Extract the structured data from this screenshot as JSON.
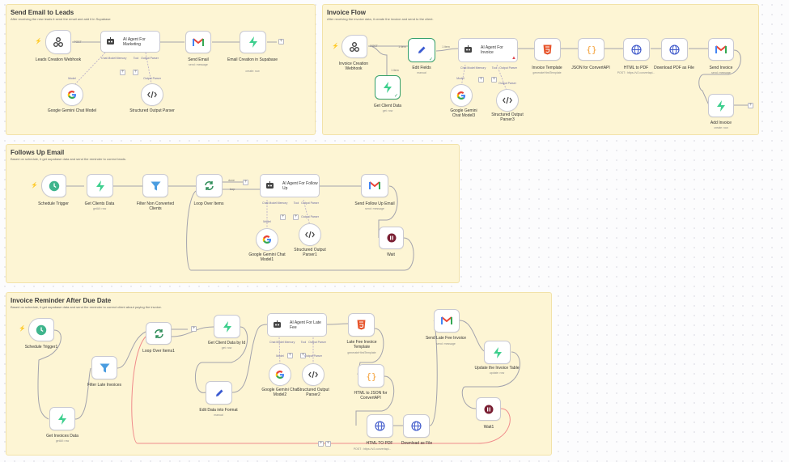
{
  "stickies": {
    "s1": {
      "title": "Send Email to Leads",
      "desc": "After receiving the new leads it send the email and add it in Supabase"
    },
    "s2": {
      "title": "Invoice Flow",
      "desc": "After receiving the invoice data, it create the invoice and send to the client."
    },
    "s3": {
      "title": "Follows Up Email",
      "desc": "Based on schedule, it get supabase data and send the reminder to correct leads."
    },
    "s4": {
      "title": "Invoice Reminder After Due Date",
      "desc": "Based on schedule, it get supabase data and send the reminder to correct client about paying the invoice."
    }
  },
  "nodes": {
    "leads_webhook": {
      "label": "Leads Creation Webhook",
      "tag": "POST",
      "icon": "webhook-icon"
    },
    "agent_marketing": {
      "label": "AI Agent For Marketing",
      "icon": "robot-icon"
    },
    "send_email": {
      "label": "Send Email",
      "sub": "send: message",
      "icon": "gmail-icon"
    },
    "email_creation": {
      "label": "Email Creation in Supabase",
      "sub": "create: row",
      "icon": "supabase-icon"
    },
    "gemini_1": {
      "label": "Google Gemini Chat Model",
      "icon": "google-icon"
    },
    "parser_1": {
      "label": "Structured Output Parser",
      "icon": "code-icon"
    },
    "invoice_webhook": {
      "label": "Invoice Creation Webhook",
      "tag": "POST",
      "icon": "webhook-icon"
    },
    "edit_fields": {
      "label": "Edit Fields",
      "sub": "manual",
      "icon": "pencil-icon"
    },
    "get_client_data": {
      "label": "Get Client Data",
      "sub": "get: row",
      "icon": "supabase-icon"
    },
    "agent_invoice": {
      "label": "AI Agent For Invoice",
      "icon": "robot-icon"
    },
    "gemini_3": {
      "label": "Google Gemini Chat Model3",
      "icon": "google-icon"
    },
    "parser_3": {
      "label": "Structured Output Parser3",
      "icon": "code-icon"
    },
    "invoice_template": {
      "label": "Invoice Template",
      "sub": "generateHtmlTemplate",
      "icon": "html-icon"
    },
    "json_convert": {
      "label": "JSON for ConvertAPI",
      "icon": "braces-icon"
    },
    "html_pdf": {
      "label": "HTML to PDF",
      "sub": "POST : https://v2.convertapi...",
      "icon": "globe-icon"
    },
    "download_pdf": {
      "label": "Download PDF as File",
      "icon": "globe-icon"
    },
    "send_invoice": {
      "label": "Send Invoice",
      "sub": "send: message",
      "icon": "gmail-icon"
    },
    "add_invoice": {
      "label": "Add Invoice",
      "sub": "create: row",
      "icon": "supabase-icon"
    },
    "schedule_trigger": {
      "label": "Schedule Trigger",
      "icon": "clock-icon"
    },
    "get_clients_data": {
      "label": "Get Clients Data",
      "sub": "getAll: row",
      "icon": "supabase-icon"
    },
    "filter_non_converted": {
      "label": "Filter Non Converted Clients",
      "icon": "filter-icon"
    },
    "loop_items": {
      "label": "Loop Over Items",
      "icon": "loop-icon"
    },
    "agent_followup": {
      "label": "AI Agent For Follow Up",
      "icon": "robot-icon"
    },
    "send_followup": {
      "label": "Send Follow Up Email",
      "sub": "send: message",
      "icon": "gmail-icon"
    },
    "gemini_1b": {
      "label": "Google Gemini Chat Model1",
      "icon": "google-icon"
    },
    "parser_1b": {
      "label": "Structured Output Parser1",
      "icon": "code-icon"
    },
    "wait": {
      "label": "Wait",
      "icon": "pause-icon"
    },
    "schedule_trigger1": {
      "label": "Schedule Trigger1",
      "icon": "clock-icon"
    },
    "get_invoices_data": {
      "label": "Get Invoices Data",
      "sub": "getAll: row",
      "icon": "supabase-icon"
    },
    "filter_late": {
      "label": "Filter Late Invoices",
      "icon": "filter-icon"
    },
    "loop_items1": {
      "label": "Loop Over Items1",
      "icon": "loop-icon"
    },
    "get_client_by_id": {
      "label": "Get Client Data by Id",
      "sub": "get: row",
      "icon": "supabase-icon"
    },
    "edit_data_format": {
      "label": "Edit Data into Format",
      "sub": "manual",
      "icon": "pencil-icon"
    },
    "agent_latefee": {
      "label": "AI Agent For Late Fee",
      "icon": "robot-icon"
    },
    "gemini_2": {
      "label": "Google Gemini Chat Model2",
      "icon": "google-icon"
    },
    "parser_2": {
      "label": "Structured Output Parser2",
      "icon": "code-icon"
    },
    "late_fee_template": {
      "label": "Late Fee Invoice Template",
      "sub": "generateHtmlTemplate",
      "icon": "html-icon"
    },
    "html_json_convert": {
      "label": "HTML to JSON for ConvertAPI",
      "icon": "braces-icon"
    },
    "html_pdf2": {
      "label": "HTML TO PDF",
      "sub": "POST : https://v2.convertapi...",
      "icon": "globe-icon"
    },
    "download_file": {
      "label": "Download as File",
      "icon": "globe-icon"
    },
    "send_late_fee": {
      "label": "Send Late Fee Invoice",
      "sub": "send: message",
      "icon": "gmail-icon"
    },
    "update_invoice": {
      "label": "Update the Invoice Table",
      "sub": "update: row",
      "icon": "supabase-icon"
    },
    "wait1": {
      "label": "Wait1",
      "icon": "pause-icon"
    }
  },
  "ports": {
    "chat_model": "Chat Model",
    "memory": "Memory",
    "tool": "Tool",
    "output_parser": "Output Parser",
    "model": "Model"
  },
  "edges": {
    "one_item": "1 item",
    "done": "done",
    "loop": "loop"
  },
  "colors": {
    "sticky": "#fdf5d4",
    "supabase": "#3ecf8e",
    "gmail_red": "#ea4335",
    "pencil": "#3b5bd1",
    "clock": "#3fb58d",
    "filter": "#4b9de0",
    "loop": "#2f8d59",
    "globe": "#3a55c9",
    "braces": "#f4a13a",
    "html": "#e7542b",
    "wait": "#7a1f33"
  }
}
